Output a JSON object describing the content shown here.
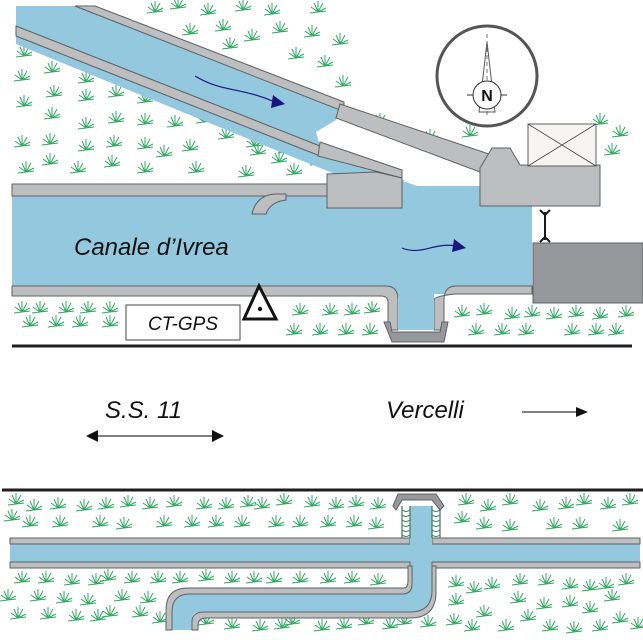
{
  "diagram": {
    "type": "canal-schematic",
    "labels": {
      "canal_name": "Canale d’Ivrea",
      "station": "CT-GPS",
      "road": "S.S. 11",
      "direction": "Vercelli"
    },
    "compass": {
      "label": "N"
    },
    "icons": {
      "north_arrow": "compass-rose-icon",
      "gps_marker": "gps-triangle-icon",
      "gate": "sluice-gate-icon",
      "building": "building-cross-box-icon",
      "flow": "flow-arrow-icon",
      "grass": "grass-tuft-icon"
    },
    "colors": {
      "water": "#93c8df",
      "wall": "#bdbec0",
      "wall_stroke": "#5f6062",
      "block": "#97989c",
      "flow_arrow": "#1b1580",
      "grass": "#2fa860",
      "road": "#1e1e1e",
      "grate": "#3d7a62"
    }
  }
}
